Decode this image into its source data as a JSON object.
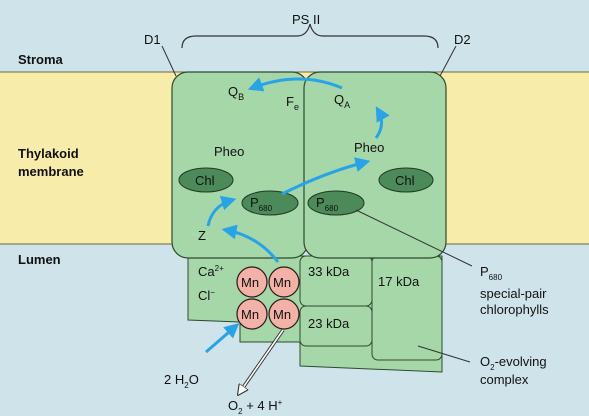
{
  "labels": {
    "ps2": "PS II",
    "d1": "D1",
    "d2": "D2",
    "stroma": "Stroma",
    "thylakoid_line1": "Thylakoid",
    "thylakoid_line2": "membrane",
    "lumen": "Lumen"
  },
  "molecules": {
    "qb": {
      "main": "Q",
      "sub": "B"
    },
    "qa": {
      "main": "Q",
      "sub": "A"
    },
    "fe": {
      "main": "F",
      "sub": "e"
    },
    "pheo_left": "Pheo",
    "pheo_right": "Pheo",
    "chl_left": "Chl",
    "chl_right": "Chl",
    "p680_left": {
      "main": "P",
      "sub": "680"
    },
    "p680_right": {
      "main": "P",
      "sub": "680"
    },
    "z": "Z",
    "ca": {
      "main": "Ca",
      "sup": "2+"
    },
    "cl": {
      "main": "Cl",
      "sup": "−"
    },
    "mn": [
      "Mn",
      "Mn",
      "Mn",
      "Mn"
    ],
    "kda33": "33 kDa",
    "kda17": "17 kDa",
    "kda23": "23 kDa"
  },
  "annotations": {
    "p680_pair_main": "P",
    "p680_pair_sub": "680",
    "special_pair_line1": "special-pair",
    "special_pair_line2": "chlorophylls",
    "o2_main": "O",
    "o2_sub": "2",
    "o2_rest": "-evolving",
    "complex": "complex",
    "water": "2 H",
    "water_sub": "2",
    "water_end": "O",
    "product_o": "O",
    "product_sub": "2",
    "product_rest": " + 4 H",
    "product_sup": "+"
  },
  "colors": {
    "background": "#cfe3ea",
    "membrane": "#f7ecaa",
    "protein_fill": "#a6d7a8",
    "protein_stroke": "#2d4a2f",
    "chl_fill": "#4c8a5a",
    "mn_fill": "#f2b2a8",
    "arrow": "#29a3e8"
  }
}
